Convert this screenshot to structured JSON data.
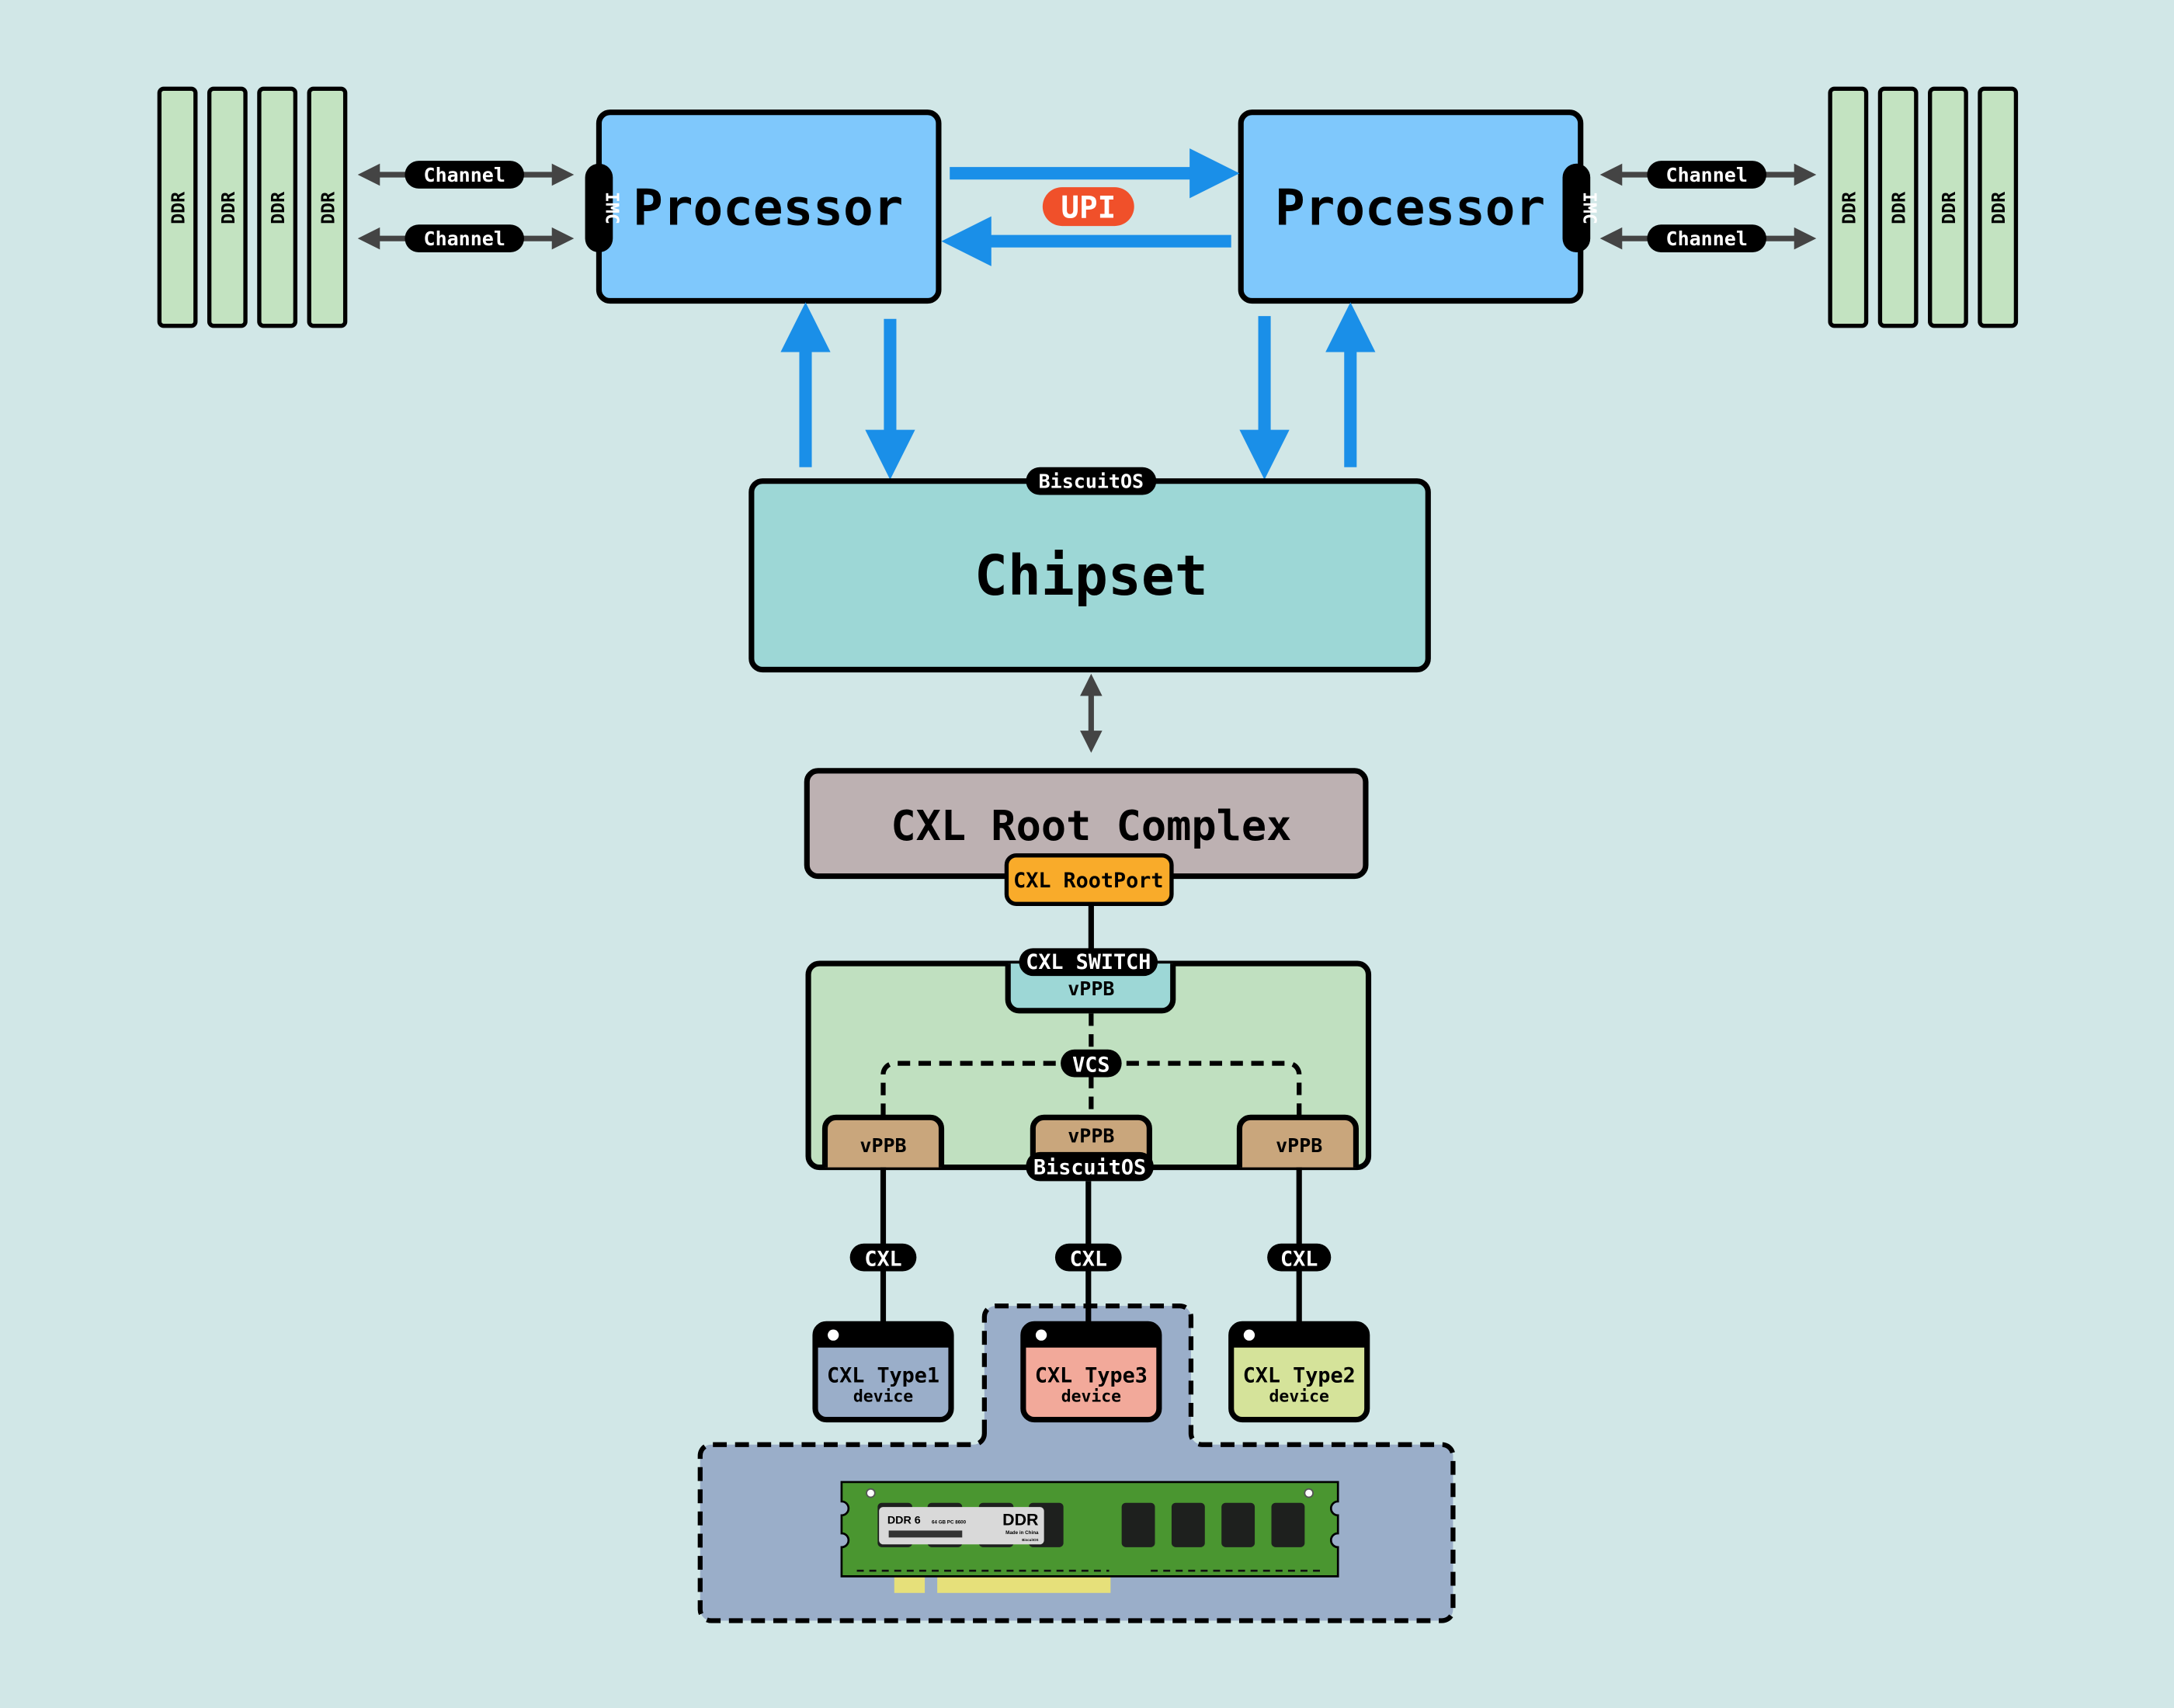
{
  "colors": {
    "background": "#d1e7e7",
    "processor": "#7fc8fc",
    "chipset": "#9dd7d6",
    "root_complex": "#bdb1b2",
    "rootport": "#f9ab2a",
    "switch": "#c0e0c0",
    "vppb_down": "#c9a67c",
    "ddr": "#c3e3c1",
    "upi": "#f0502a",
    "arrow_blue": "#1a8fe8",
    "type1": "#9aaec9",
    "type3": "#f2a99a",
    "type2": "#d5e39a",
    "memory_region": "#9aaec9",
    "dimm_pcb": "#4a9630"
  },
  "left_socket": {
    "ddr_labels": [
      "DDR",
      "DDR",
      "DDR",
      "DDR"
    ],
    "channels": [
      "Channel",
      "Channel"
    ],
    "imc": "IMC",
    "processor": "Processor"
  },
  "right_socket": {
    "ddr_labels": [
      "DDR",
      "DDR",
      "DDR",
      "DDR"
    ],
    "channels": [
      "Channel",
      "Channel"
    ],
    "imc": "IMC",
    "processor": "Processor"
  },
  "upi": "UPI",
  "chipset": {
    "title": "Chipset",
    "badge": "BiscuitOS"
  },
  "root_complex": {
    "title": "CXL Root Complex",
    "rootport": "CXL RootPort"
  },
  "switch": {
    "badge": "CXL SWITCH",
    "upstream_vppb": "vPPB",
    "vcs": "VCS",
    "downstream_vppbs": [
      "vPPB",
      "vPPB",
      "vPPB"
    ],
    "watermark": "BiscuitOS"
  },
  "links": [
    "CXL",
    "CXL",
    "CXL"
  ],
  "devices": [
    {
      "title": "CXL Type1",
      "subtitle": "device"
    },
    {
      "title": "CXL Type3",
      "subtitle": "device"
    },
    {
      "title": "CXL Type2",
      "subtitle": "device"
    }
  ],
  "dimm": {
    "model": "DDR 6",
    "spec": "64 GB PC 8600",
    "brand": "DDR",
    "origin": "Made in China",
    "maker": "BiscuitOS"
  }
}
